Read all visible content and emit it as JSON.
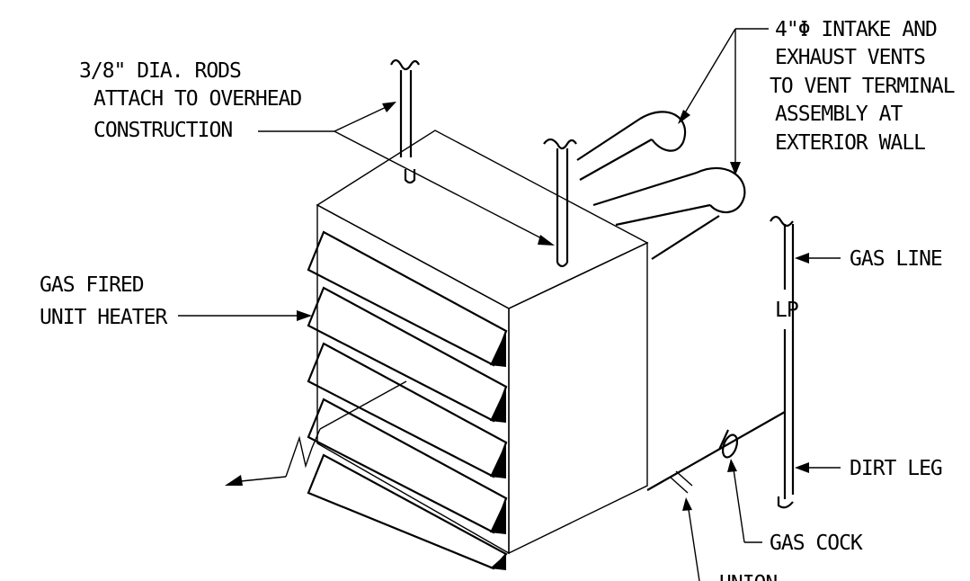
{
  "labels": {
    "rods_line1": "3/8\" DIA. RODS",
    "rods_line2": "ATTACH TO OVERHEAD",
    "rods_line3": "CONSTRUCTION",
    "vents_line1": "4\"Φ INTAKE AND",
    "vents_line2": "EXHAUST VENTS",
    "vents_line3": "TO VENT TERMINAL",
    "vents_line4": "ASSEMBLY AT",
    "vents_line5": "EXTERIOR WALL",
    "heater_line1": "GAS FIRED",
    "heater_line2": "UNIT HEATER",
    "gas_line": "GAS LINE",
    "lp": "LP",
    "dirt_leg": "DIRT LEG",
    "gas_cock": "GAS COCK",
    "union": "UNION"
  },
  "colors": {
    "line": "#000000",
    "background": "#ffffff"
  }
}
